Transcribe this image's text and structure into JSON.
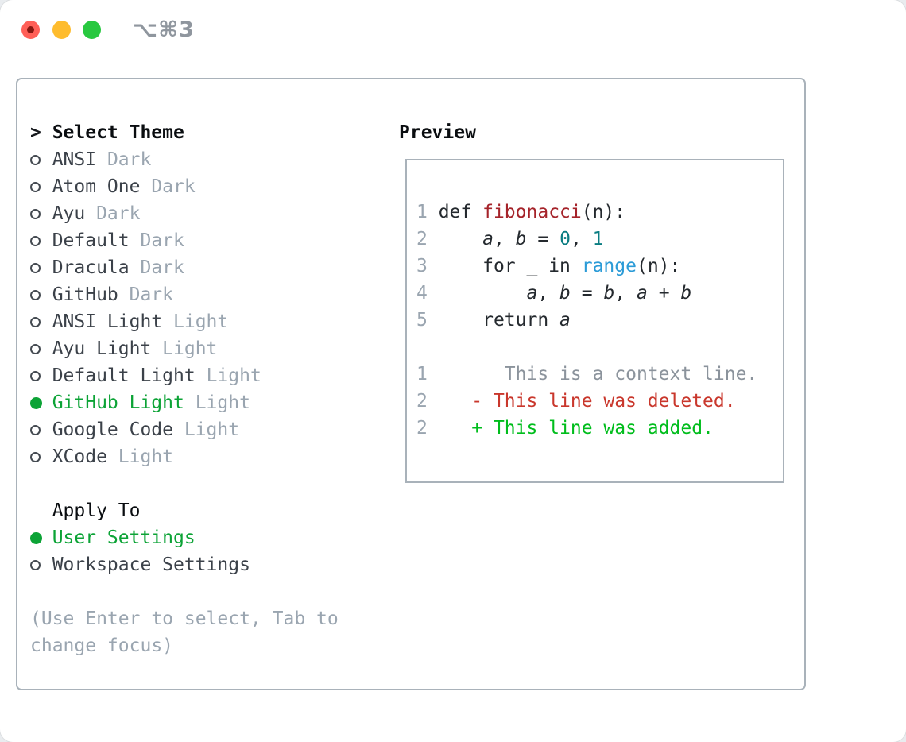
{
  "window": {
    "title": "⌥⌘3"
  },
  "titlebar": {
    "buttons": [
      {
        "name": "close",
        "color": "#ff5f57"
      },
      {
        "name": "minimize",
        "color": "#febc2e"
      },
      {
        "name": "zoom",
        "color": "#28c840"
      }
    ]
  },
  "theme_picker": {
    "prompt": ">",
    "title": "Select Theme",
    "items": [
      {
        "name": "ANSI",
        "variant": "Dark",
        "selected": false
      },
      {
        "name": "Atom One",
        "variant": "Dark",
        "selected": false
      },
      {
        "name": "Ayu",
        "variant": "Dark",
        "selected": false
      },
      {
        "name": "Default",
        "variant": "Dark",
        "selected": false
      },
      {
        "name": "Dracula",
        "variant": "Dark",
        "selected": false
      },
      {
        "name": "GitHub",
        "variant": "Dark",
        "selected": false
      },
      {
        "name": "ANSI Light",
        "variant": "Light",
        "selected": false
      },
      {
        "name": "Ayu Light",
        "variant": "Light",
        "selected": false
      },
      {
        "name": "Default Light",
        "variant": "Light",
        "selected": false
      },
      {
        "name": "GitHub Light",
        "variant": "Light",
        "selected": true
      },
      {
        "name": "Google Code",
        "variant": "Light",
        "selected": false
      },
      {
        "name": "XCode",
        "variant": "Light",
        "selected": false
      }
    ]
  },
  "apply_to": {
    "title": "Apply To",
    "options": [
      {
        "label": "User Settings",
        "selected": true
      },
      {
        "label": "Workspace Settings",
        "selected": false
      }
    ]
  },
  "footer_hint": {
    "lines": [
      "(Use Enter to select, Tab to",
      "change focus)"
    ]
  },
  "preview": {
    "title": "Preview",
    "lines": [
      [
        [
          "num",
          "1"
        ],
        [
          "pl",
          " def "
        ],
        [
          "fn",
          "fibonacci"
        ],
        [
          "pl",
          "(n):"
        ]
      ],
      [
        [
          "num",
          "2"
        ],
        [
          "pl",
          "     "
        ],
        [
          "var",
          "a"
        ],
        [
          "pl",
          ", "
        ],
        [
          "var",
          "b"
        ],
        [
          "pl",
          " = "
        ],
        [
          "lit",
          "0"
        ],
        [
          "pl",
          ", "
        ],
        [
          "lit",
          "1"
        ]
      ],
      [
        [
          "num",
          "3"
        ],
        [
          "pl",
          "     for _ in "
        ],
        [
          "call",
          "range"
        ],
        [
          "pl",
          "(n):"
        ]
      ],
      [
        [
          "num",
          "4"
        ],
        [
          "pl",
          "         "
        ],
        [
          "var",
          "a"
        ],
        [
          "pl",
          ", "
        ],
        [
          "var",
          "b"
        ],
        [
          "pl",
          " = "
        ],
        [
          "var",
          "b"
        ],
        [
          "pl",
          ", "
        ],
        [
          "var",
          "a"
        ],
        [
          "pl",
          " + "
        ],
        [
          "var",
          "b"
        ]
      ],
      [
        [
          "num",
          "5"
        ],
        [
          "pl",
          "     return "
        ],
        [
          "var",
          "a"
        ]
      ],
      [],
      [
        [
          "num",
          "1"
        ],
        [
          "ctx",
          "       This is a context line."
        ]
      ],
      [
        [
          "num",
          "2"
        ],
        [
          "pl",
          "    "
        ],
        [
          "del",
          "- This line was deleted."
        ]
      ],
      [
        [
          "num",
          "2"
        ],
        [
          "pl",
          "    "
        ],
        [
          "add",
          "+ This line was added."
        ]
      ]
    ]
  },
  "colors": {
    "panel_border": "#a9b2ba",
    "item_text": "#3b4149",
    "muted_text": "#9aa5b0",
    "accent_green": "#0ca336",
    "code_text": "#24292e",
    "code_function_red": "#a5232a",
    "code_number_teal": "#0b7d82",
    "code_builtin_blue": "#2b9bd7",
    "diff_context_gray": "#8b939c",
    "diff_deleted_red": "#c9372c",
    "diff_added_green": "#00bd1c",
    "title_gray": "#8f969e"
  }
}
